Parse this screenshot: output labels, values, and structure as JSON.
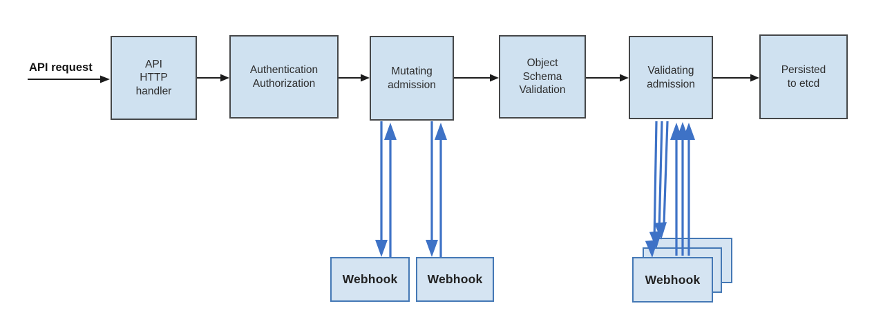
{
  "request_label": "API request",
  "flow_nodes": [
    {
      "id": "api-http-handler",
      "label": "API\nHTTP\nhandler"
    },
    {
      "id": "authn-authz",
      "label": "Authentication\nAuthorization"
    },
    {
      "id": "mutating-admission",
      "label": "Mutating\nadmission"
    },
    {
      "id": "object-schema-validation",
      "label": "Object\nSchema\nValidation"
    },
    {
      "id": "validating-admission",
      "label": "Validating\nadmission"
    },
    {
      "id": "persisted-to-etcd",
      "label": "Persisted\nto etcd"
    }
  ],
  "webhook_nodes": {
    "mutating_1": {
      "label": "Webhook"
    },
    "mutating_2": {
      "label": "Webhook"
    },
    "validating_front": {
      "label": "Webhook"
    }
  },
  "icons": {
    "flow_arrow": "right-arrow",
    "webhook_call_arrow": "down-arrow",
    "webhook_response_arrow": "up-arrow"
  },
  "colors": {
    "node_fill": "#cfe1f0",
    "node_border": "#454749",
    "webhook_fill": "#d5e4f2",
    "webhook_border": "#4478b5",
    "flow_arrow": "#1c1c1c",
    "webhook_arrow": "#3e72c6",
    "background": "#ffffff"
  }
}
